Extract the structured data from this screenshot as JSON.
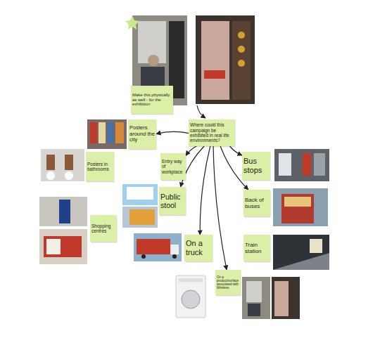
{
  "diagram": {
    "nodes": [
      {
        "text": [
          "Make this physically as well - for the exhibition"
        ]
      },
      {
        "text": [
          "Where could this campaign be exhibited in real life environments?"
        ]
      },
      {
        "text": [
          "Posters around the city"
        ]
      },
      {
        "text": [
          "Posters in bathrooms"
        ]
      },
      {
        "text": [
          "Entry way of workplace"
        ]
      },
      {
        "text": [
          "Bus stops"
        ]
      },
      {
        "text": [
          "Public stool"
        ]
      },
      {
        "text": [
          "Back of buses"
        ]
      },
      {
        "text": [
          "Shopping centres"
        ]
      },
      {
        "text": [
          "On a truck"
        ]
      },
      {
        "text": [
          "Train station"
        ]
      },
      {
        "text": [
          "On a product/surface associated with Wireless"
        ]
      }
    ],
    "edges": [
      {
        "from": 1,
        "to": 2,
        "arrow": "to"
      },
      {
        "from": 1,
        "to": 4,
        "arrow": "to"
      },
      {
        "from": 1,
        "to": 6,
        "arrow": "to"
      },
      {
        "from": 1,
        "to": 9,
        "arrow": "to"
      },
      {
        "from": 1,
        "to": 11,
        "arrow": "to"
      },
      {
        "from": 1,
        "to": 7,
        "arrow": "to"
      },
      {
        "from": 1,
        "to": 5,
        "arrow": "to"
      }
    ]
  }
}
